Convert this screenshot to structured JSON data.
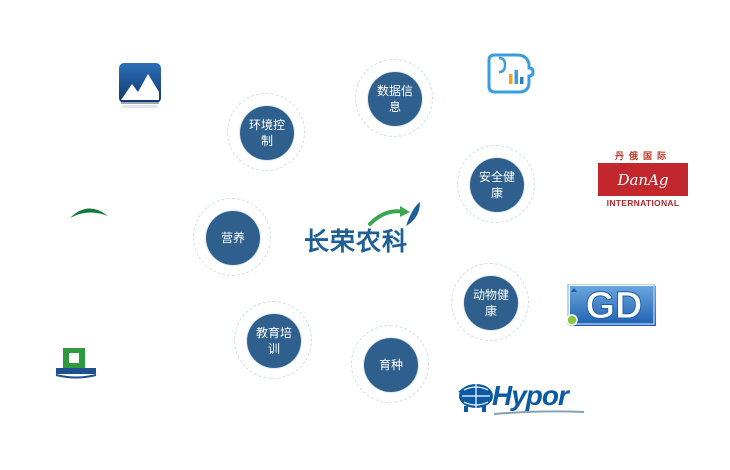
{
  "center": {
    "brand_name": "长荣农科"
  },
  "capabilities": [
    {
      "id": "data-info",
      "label": "数据信息"
    },
    {
      "id": "env-control",
      "label": "环境控制"
    },
    {
      "id": "safety-health",
      "label": "安全健康"
    },
    {
      "id": "nutrition",
      "label": "营养"
    },
    {
      "id": "animal-health",
      "label": "动物健康"
    },
    {
      "id": "education",
      "label": "教育培训"
    },
    {
      "id": "breeding",
      "label": "育种"
    }
  ],
  "partner_logos": {
    "danag": {
      "chinese": "丹俄国际",
      "wordmark": "DanAg",
      "subtitle": "INTERNATIONAL"
    },
    "hypor": {
      "wordmark": "Hypor"
    },
    "gd": {
      "wordmark": "GD"
    }
  },
  "colors": {
    "node_fill": "#2f5f8d",
    "brand_blue": "#1e5f96",
    "brand_green": "#3aa651",
    "danag_red": "#c1272d",
    "hypor_blue": "#0a5aa6"
  }
}
